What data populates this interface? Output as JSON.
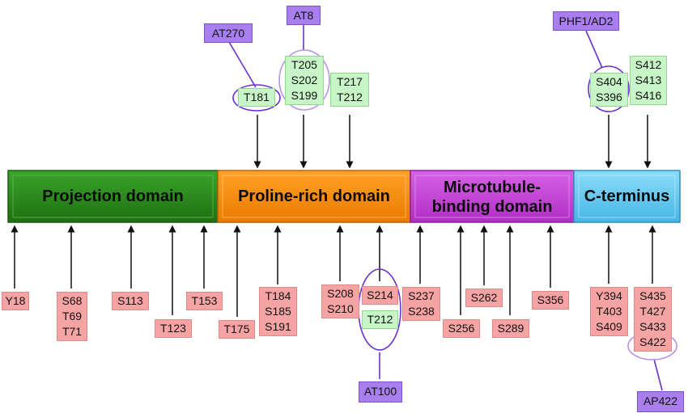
{
  "domains": [
    {
      "id": "projection",
      "lines": [
        "Projection domain"
      ],
      "color": "#2e8b1f"
    },
    {
      "id": "proline",
      "lines": [
        "Proline-rich domain"
      ],
      "color": "#ff8c00"
    },
    {
      "id": "microtubule",
      "lines": [
        "Microtubule-",
        "binding domain"
      ],
      "color": "#c640d8"
    },
    {
      "id": "cterminus",
      "lines": [
        "C-terminus"
      ],
      "color": "#5cc8f0"
    }
  ],
  "top_sites": [
    {
      "id": "t181",
      "sites": [
        "T181"
      ]
    },
    {
      "id": "t205",
      "sites": [
        "T205",
        "S202",
        "S199"
      ]
    },
    {
      "id": "t217",
      "sites": [
        "T217",
        "T212"
      ]
    },
    {
      "id": "s404",
      "sites": [
        "S404",
        "S396"
      ]
    },
    {
      "id": "s412",
      "sites": [
        "S412",
        "S413",
        "S416"
      ]
    }
  ],
  "bottom_sites": [
    {
      "id": "y18",
      "sites": [
        "Y18"
      ],
      "color": "red"
    },
    {
      "id": "s68",
      "sites": [
        "S68",
        "T69",
        "T71"
      ],
      "color": "red"
    },
    {
      "id": "s113",
      "sites": [
        "S113"
      ],
      "color": "red"
    },
    {
      "id": "t123",
      "sites": [
        "T123"
      ],
      "color": "red"
    },
    {
      "id": "t153",
      "sites": [
        "T153"
      ],
      "color": "red"
    },
    {
      "id": "t175",
      "sites": [
        "T175"
      ],
      "color": "red"
    },
    {
      "id": "t184",
      "sites": [
        "T184",
        "S185",
        "S191"
      ],
      "color": "red"
    },
    {
      "id": "s208",
      "sites": [
        "S208",
        "S210"
      ],
      "color": "red"
    },
    {
      "id": "s214",
      "sites": [
        "S214"
      ],
      "color": "red"
    },
    {
      "id": "t212",
      "sites": [
        "T212"
      ],
      "color": "green"
    },
    {
      "id": "s237",
      "sites": [
        "S237",
        "S238"
      ],
      "color": "red"
    },
    {
      "id": "s256",
      "sites": [
        "S256"
      ],
      "color": "red"
    },
    {
      "id": "s262",
      "sites": [
        "S262"
      ],
      "color": "red"
    },
    {
      "id": "s289",
      "sites": [
        "S289"
      ],
      "color": "red"
    },
    {
      "id": "s356",
      "sites": [
        "S356"
      ],
      "color": "red"
    },
    {
      "id": "y394",
      "sites": [
        "Y394",
        "T403",
        "S409"
      ],
      "color": "red"
    },
    {
      "id": "s435",
      "sites": [
        "S435",
        "T427",
        "S433",
        "S422"
      ],
      "color": "red"
    }
  ],
  "antibodies": [
    {
      "id": "at270",
      "label": "AT270"
    },
    {
      "id": "at8",
      "label": "AT8"
    },
    {
      "id": "phf1",
      "label": "PHF1/AD2"
    },
    {
      "id": "at100",
      "label": "AT100"
    },
    {
      "id": "ap422",
      "label": "AP422"
    }
  ],
  "colors": {
    "site_red": "#f6a3a3",
    "site_green": "#c7f5c7",
    "antibody": "#a97ff0",
    "ellipse": "#6a2fd0"
  }
}
